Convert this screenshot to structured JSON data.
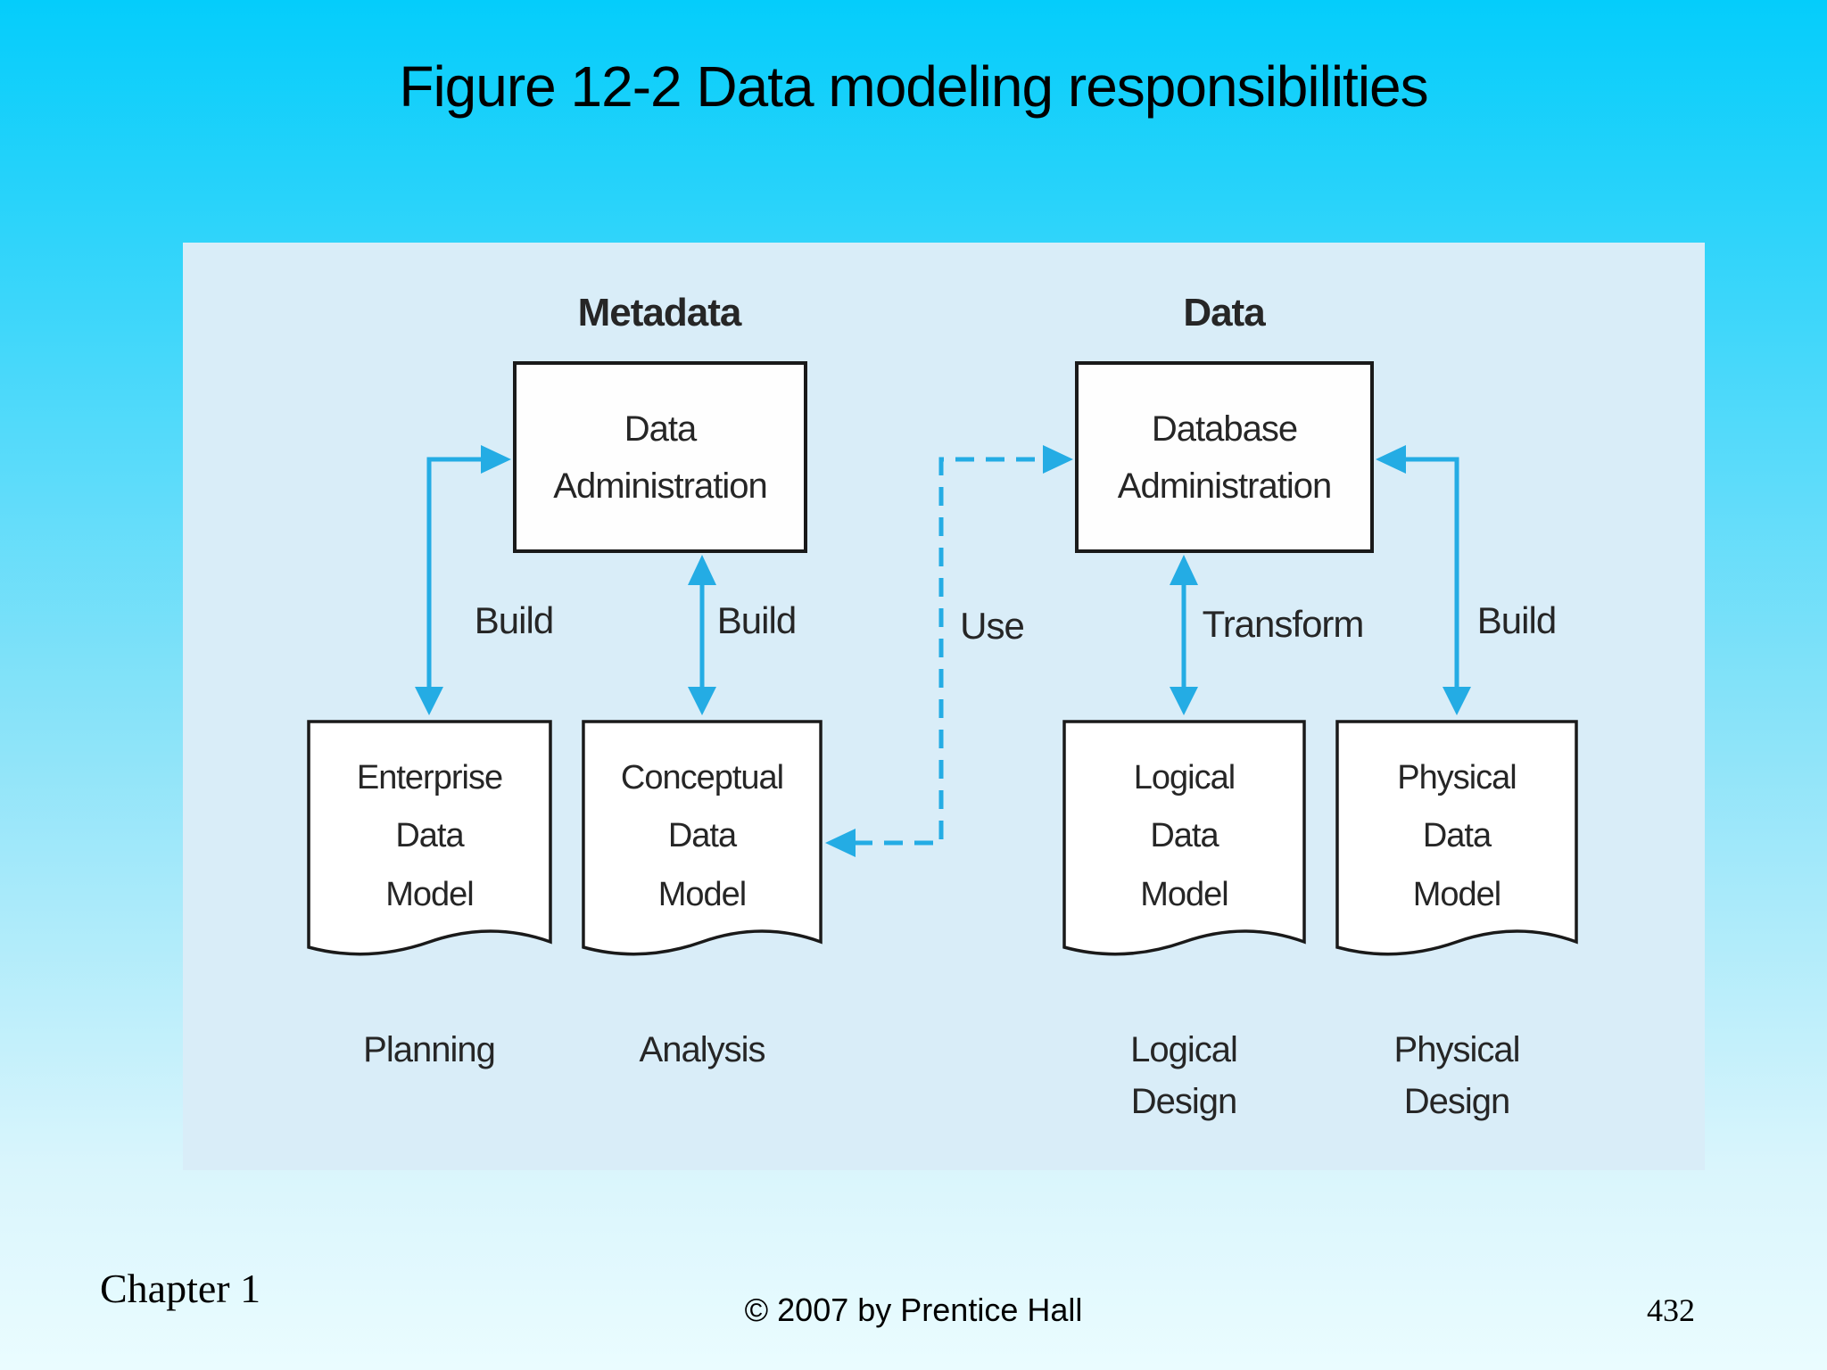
{
  "title": "Figure 12-2 Data modeling responsibilities",
  "footer": {
    "chapter": "Chapter 1",
    "copyright": "© 2007 by Prentice Hall",
    "page": "432"
  },
  "diagram": {
    "column_headers": {
      "metadata": "Metadata",
      "data": "Data"
    },
    "boxes": {
      "data_admin": "Data\nAdministration",
      "database_admin": "Database\nAdministration"
    },
    "documents": {
      "enterprise": {
        "title": "Enterprise\nData\nModel",
        "phase": "Planning"
      },
      "conceptual": {
        "title": "Conceptual\nData\nModel",
        "phase": "Analysis"
      },
      "logical": {
        "title": "Logical\nData\nModel",
        "phase": "Logical\nDesign"
      },
      "physical": {
        "title": "Physical\nData\nModel",
        "phase": "Physical\nDesign"
      }
    },
    "edge_labels": {
      "build_left": "Build",
      "build_center": "Build",
      "use": "Use",
      "transform": "Transform",
      "build_right": "Build"
    },
    "colors": {
      "arrow": "#24ACE4",
      "panel": "#D9EDF8",
      "box_border": "#1A1A1A"
    }
  }
}
